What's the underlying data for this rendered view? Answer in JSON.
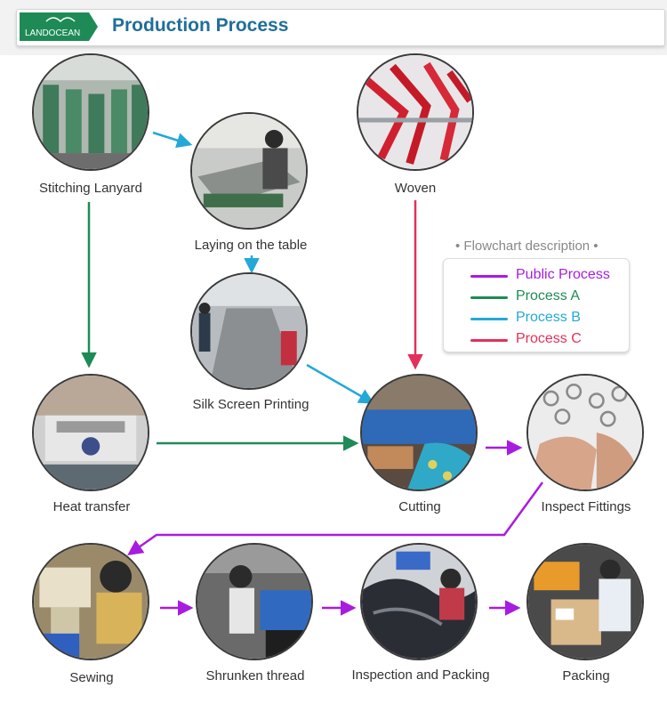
{
  "header": {
    "logo_text": "LANDOCEAN",
    "title": "Production Process"
  },
  "colors": {
    "public": "#a81ce0",
    "a": "#1e8b57",
    "b": "#23a8d8",
    "c": "#e2305a",
    "title": "#1f6f9a"
  },
  "steps": [
    {
      "id": "stitching",
      "label": "Stitching Lanyard"
    },
    {
      "id": "laying",
      "label": "Laying on the table"
    },
    {
      "id": "woven",
      "label": "Woven"
    },
    {
      "id": "silk",
      "label": "Silk Screen Printing"
    },
    {
      "id": "heat",
      "label": "Heat transfer"
    },
    {
      "id": "cutting",
      "label": "Cutting"
    },
    {
      "id": "inspect",
      "label": "Inspect Fittings"
    },
    {
      "id": "sewing",
      "label": "Sewing"
    },
    {
      "id": "shrunken",
      "label": "Shrunken thread"
    },
    {
      "id": "inspection",
      "label": "Inspection and Packing"
    },
    {
      "id": "packing",
      "label": "Packing"
    }
  ],
  "legend": {
    "title": "• Flowchart description •",
    "items": [
      {
        "label": "Public Process",
        "color": "#a81ce0"
      },
      {
        "label": "Process A",
        "color": "#1e8b57"
      },
      {
        "label": "Process B",
        "color": "#23a8d8"
      },
      {
        "label": "Process C",
        "color": "#e2305a"
      }
    ]
  }
}
